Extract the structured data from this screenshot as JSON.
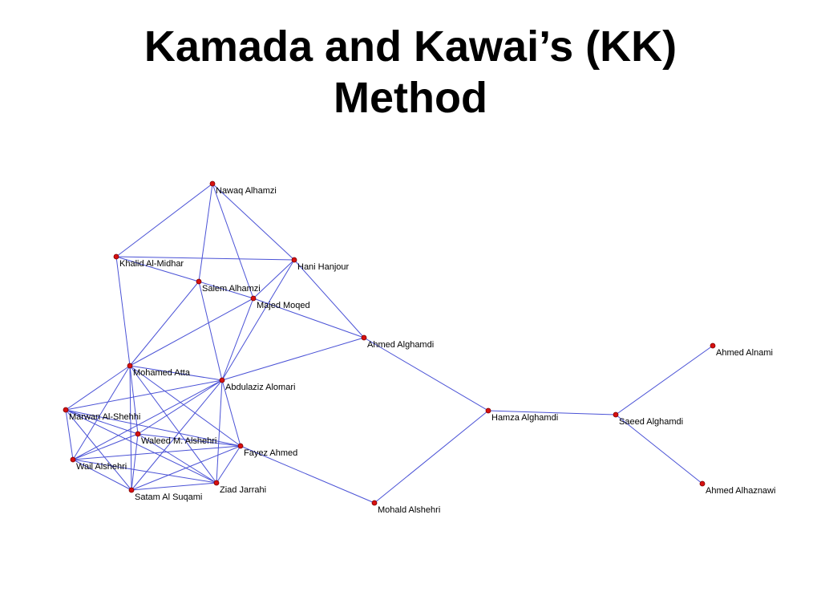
{
  "title": {
    "line1": "Kamada and Kawai’s (KK)",
    "line2": "Method"
  },
  "colors": {
    "edge": "#4a52d6",
    "node_fill": "#d81010",
    "node_stroke": "#7a0000",
    "label": "#000000",
    "background": "#ffffff"
  },
  "nodes": [
    {
      "id": "nawaq",
      "label": "Nawaq Alhamzi"
    },
    {
      "id": "khalid",
      "label": "Khalid Al-Midhar"
    },
    {
      "id": "hani",
      "label": "Hani Hanjour"
    },
    {
      "id": "salem",
      "label": "Salem Alhamzi"
    },
    {
      "id": "majed",
      "label": "Majed Moqed"
    },
    {
      "id": "ahmedg",
      "label": "Ahmed Alghamdi"
    },
    {
      "id": "atta",
      "label": "Mohamed Atta"
    },
    {
      "id": "abdulaziz",
      "label": "Abdulaziz Alomari"
    },
    {
      "id": "marwan",
      "label": "Marwan Al-Shehhi"
    },
    {
      "id": "waleed",
      "label": "Waleed M. Alshehri"
    },
    {
      "id": "fayez",
      "label": "Fayez Ahmed"
    },
    {
      "id": "wail",
      "label": "Wail Alshehri"
    },
    {
      "id": "ziad",
      "label": "Ziad Jarrahi"
    },
    {
      "id": "satam",
      "label": "Satam Al Suqami"
    },
    {
      "id": "mohald",
      "label": "Mohald Alshehri"
    },
    {
      "id": "hamza",
      "label": "Hamza Alghamdi"
    },
    {
      "id": "saeed",
      "label": "Saeed Alghamdi"
    },
    {
      "id": "ahmedn",
      "label": "Ahmed Alnami"
    },
    {
      "id": "ahmedh",
      "label": "Ahmed Alhaznawi"
    }
  ],
  "edges": [
    [
      "nawaq",
      "khalid"
    ],
    [
      "nawaq",
      "hani"
    ],
    [
      "nawaq",
      "salem"
    ],
    [
      "nawaq",
      "majed"
    ],
    [
      "khalid",
      "hani"
    ],
    [
      "khalid",
      "salem"
    ],
    [
      "khalid",
      "atta"
    ],
    [
      "hani",
      "majed"
    ],
    [
      "hani",
      "ahmedg"
    ],
    [
      "hani",
      "abdulaziz"
    ],
    [
      "salem",
      "majed"
    ],
    [
      "salem",
      "atta"
    ],
    [
      "salem",
      "abdulaziz"
    ],
    [
      "majed",
      "ahmedg"
    ],
    [
      "majed",
      "atta"
    ],
    [
      "majed",
      "abdulaziz"
    ],
    [
      "ahmedg",
      "abdulaziz"
    ],
    [
      "ahmedg",
      "hamza"
    ],
    [
      "atta",
      "abdulaziz"
    ],
    [
      "atta",
      "marwan"
    ],
    [
      "atta",
      "waleed"
    ],
    [
      "atta",
      "fayez"
    ],
    [
      "atta",
      "wail"
    ],
    [
      "atta",
      "ziad"
    ],
    [
      "atta",
      "satam"
    ],
    [
      "abdulaziz",
      "marwan"
    ],
    [
      "abdulaziz",
      "waleed"
    ],
    [
      "abdulaziz",
      "fayez"
    ],
    [
      "abdulaziz",
      "ziad"
    ],
    [
      "abdulaziz",
      "satam"
    ],
    [
      "abdulaziz",
      "wail"
    ],
    [
      "marwan",
      "waleed"
    ],
    [
      "marwan",
      "fayez"
    ],
    [
      "marwan",
      "wail"
    ],
    [
      "marwan",
      "ziad"
    ],
    [
      "marwan",
      "satam"
    ],
    [
      "waleed",
      "fayez"
    ],
    [
      "waleed",
      "wail"
    ],
    [
      "waleed",
      "ziad"
    ],
    [
      "waleed",
      "satam"
    ],
    [
      "fayez",
      "wail"
    ],
    [
      "fayez",
      "ziad"
    ],
    [
      "fayez",
      "satam"
    ],
    [
      "fayez",
      "mohald"
    ],
    [
      "wail",
      "satam"
    ],
    [
      "wail",
      "ziad"
    ],
    [
      "ziad",
      "satam"
    ],
    [
      "mohald",
      "hamza"
    ],
    [
      "hamza",
      "saeed"
    ],
    [
      "saeed",
      "ahmedn"
    ],
    [
      "saeed",
      "ahmedh"
    ]
  ]
}
